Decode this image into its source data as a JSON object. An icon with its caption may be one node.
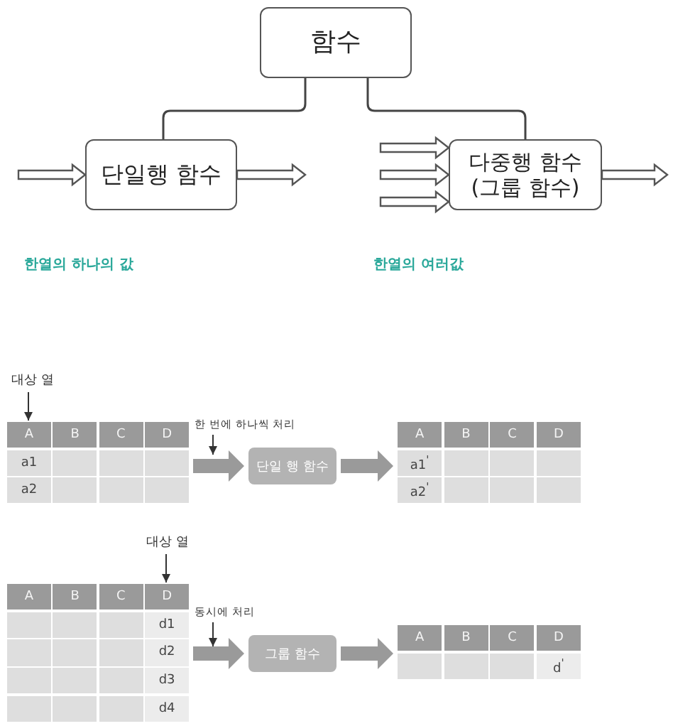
{
  "diagram": {
    "nodes": [
      {
        "text": [
          "함수"
        ]
      },
      {
        "text": [
          "단일행 함수"
        ]
      },
      {
        "text": [
          "다중행 함수 (그룹 함수)"
        ]
      },
      {
        "text": [
          "대상 열"
        ]
      },
      {
        "text": [
          "A",
          "B",
          "C",
          "D",
          "a1",
          "a2"
        ]
      },
      {
        "text": [
          "한 번에 하나씩 처리"
        ]
      },
      {
        "text": [
          "단일 행 함수"
        ]
      },
      {
        "text": [
          "A",
          "B",
          "C",
          "D",
          "a1$^{'}$",
          "a2$^{'}$"
        ]
      },
      {
        "text": [
          "대상 열"
        ]
      },
      {
        "text": [
          "A",
          "B",
          "C",
          "D",
          "d1",
          "d2",
          "d3",
          "d4"
        ]
      },
      {
        "text": [
          "동시에 처리"
        ]
      },
      {
        "text": [
          "그룹 함수"
        ]
      },
      {
        "text": [
          "A",
          "B",
          "C",
          "D",
          "d$^{'}$"
        ]
      }
    ],
    "edges": [
      {
        "from": 0,
        "to": 1,
        "arrow": "none"
      },
      {
        "from": 0,
        "to": 2,
        "arrow": "none"
      },
      {
        "from": null,
        "to": 1,
        "arrow": "to",
        "style": "thick"
      },
      {
        "from": 1,
        "to": null,
        "arrow": "to",
        "style": "thick"
      },
      {
        "from": null,
        "to": 2,
        "arrow": "to",
        "style": "thick"
      },
      {
        "from": null,
        "to": 2,
        "arrow": "to",
        "style": "thick"
      },
      {
        "from": null,
        "to": 2,
        "arrow": "to",
        "style": "thick"
      },
      {
        "from": 2,
        "to": null,
        "arrow": "to",
        "style": "thick"
      },
      {
        "from": 3,
        "to": 4,
        "arrow": "to"
      },
      {
        "from": 4,
        "to": 6,
        "arrow": "to",
        "style": "thick",
        "color": "#9a9a9a"
      },
      {
        "from": 5,
        "to": null,
        "arrow": "to"
      },
      {
        "from": 6,
        "to": 7,
        "arrow": "to",
        "style": "thick",
        "color": "#9a9a9a"
      },
      {
        "from": 8,
        "to": 9,
        "arrow": "to"
      },
      {
        "from": 9,
        "to": 11,
        "arrow": "to",
        "style": "thick",
        "color": "#9a9a9a"
      },
      {
        "from": 10,
        "to": null,
        "arrow": "to"
      },
      {
        "from": 11,
        "to": 12,
        "arrow": "to",
        "style": "thick",
        "color": "#9a9a9a"
      }
    ],
    "labels": [
      "한열의 하나의 값",
      "한열의 여러값"
    ]
  }
}
